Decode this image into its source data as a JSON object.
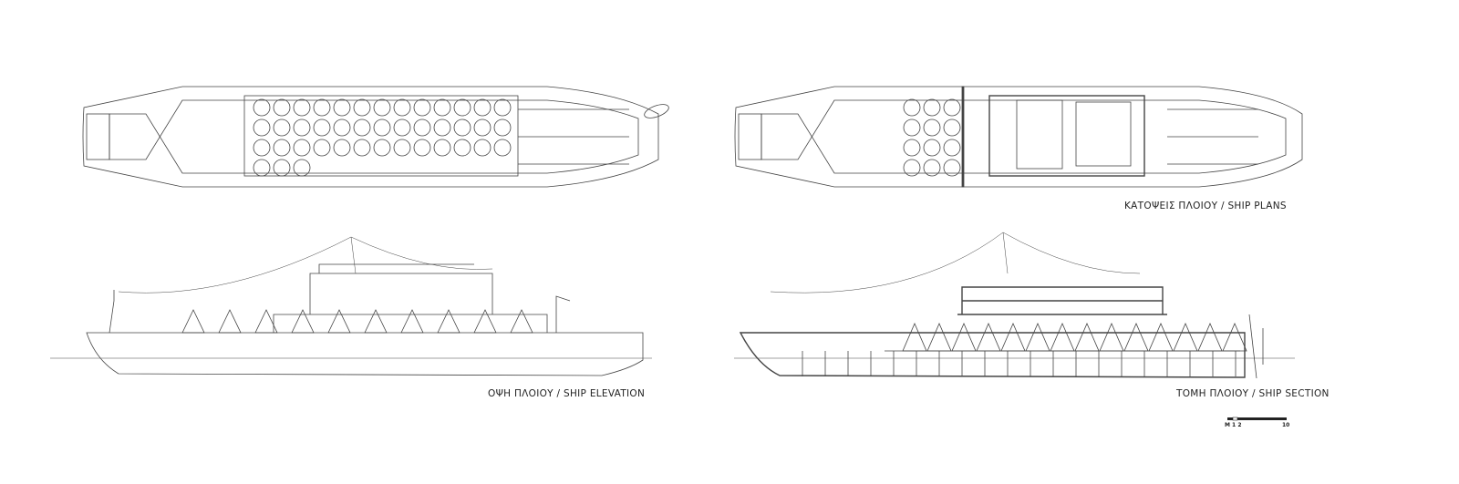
{
  "labels": {
    "plans": "ΚΑΤΟΨΕΙΣ ΠΛΟΙΟΥ / SHIP PLANS",
    "elevation": "ΟΨΗ ΠΛΟΙΟΥ / SHIP ELEVATION",
    "section": "ΤΟΜΗ ΠΛΟΙΟΥ / SHIP SECTION"
  },
  "scale_bar": {
    "start_label": "M 1 2",
    "end_label": "10"
  },
  "colors": {
    "line": "#333333",
    "background": "#ffffff"
  }
}
